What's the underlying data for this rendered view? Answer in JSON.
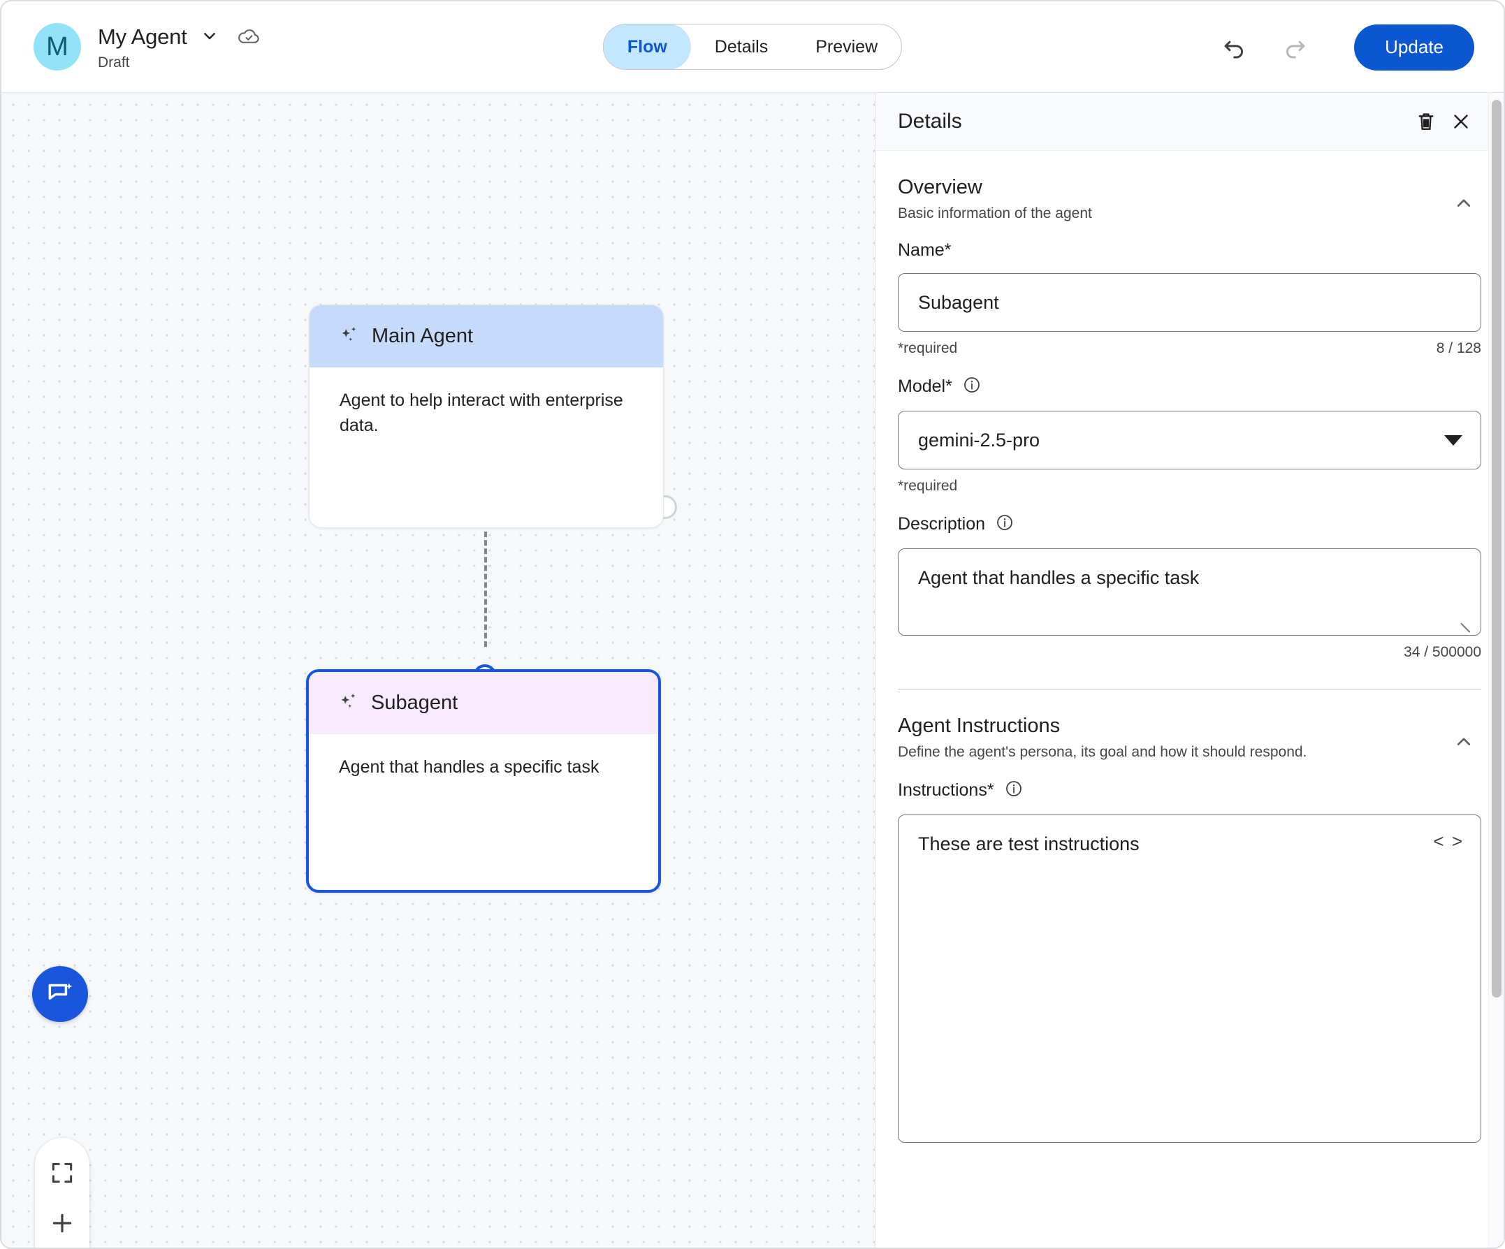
{
  "header": {
    "avatar_initial": "M",
    "agent_name": "My Agent",
    "agent_status": "Draft",
    "name_dropdown_icon": "chevron-down-icon",
    "save_state_icon": "cloud-check-icon",
    "tabs": [
      {
        "label": "Flow",
        "active": true
      },
      {
        "label": "Details",
        "active": false
      },
      {
        "label": "Preview",
        "active": false
      }
    ],
    "undo_icon": "undo-icon",
    "redo_icon": "redo-icon",
    "update_label": "Update"
  },
  "canvas": {
    "nodes": [
      {
        "title": "Main Agent",
        "description": "Agent to help interact with enterprise data.",
        "icon": "sparkle-icon",
        "header_color": "#c6dafc",
        "selected": false
      },
      {
        "title": "Subagent",
        "description": "Agent that handles a specific task",
        "icon": "sparkle-icon",
        "header_color": "#f6eafc",
        "selected": true
      }
    ],
    "selection_color": "#1a56db",
    "controls": {
      "chat_fab_icon": "chat-sparkle-icon",
      "fit_view_icon": "fit-screen-icon",
      "zoom_in_icon": "plus-icon",
      "zoom_out_icon": "minus-icon"
    }
  },
  "panel": {
    "title": "Details",
    "delete_icon": "trash-icon",
    "close_icon": "close-icon",
    "sections": [
      {
        "title": "Overview",
        "subtitle": "Basic information of the agent",
        "collapse_icon": "chevron-up-icon"
      },
      {
        "title": "Agent Instructions",
        "subtitle": "Define the agent's persona, its goal and how it should respond.",
        "collapse_icon": "chevron-up-icon"
      }
    ],
    "fields": {
      "name": {
        "label": "Name*",
        "value": "Subagent",
        "helper": "*required",
        "counter": "8 / 128"
      },
      "model": {
        "label": "Model*",
        "info_icon": "info-icon",
        "value": "gemini-2.5-pro",
        "helper": "*required",
        "caret_icon": "dropdown-caret-icon"
      },
      "description": {
        "label": "Description",
        "info_icon": "info-icon",
        "value": "Agent that handles a specific task",
        "counter": "34 / 500000"
      },
      "instructions": {
        "label": "Instructions*",
        "info_icon": "info-icon",
        "value": "These are test instructions",
        "code_toggle": "< >"
      }
    }
  },
  "colors": {
    "accent_blue": "#0b57d0",
    "tab_active_bg": "#c2e7ff",
    "avatar_bg": "#92e3f8",
    "node_main_header": "#c6dafc",
    "node_sub_header": "#f6eafc",
    "node_selected_border": "#1a56db"
  }
}
